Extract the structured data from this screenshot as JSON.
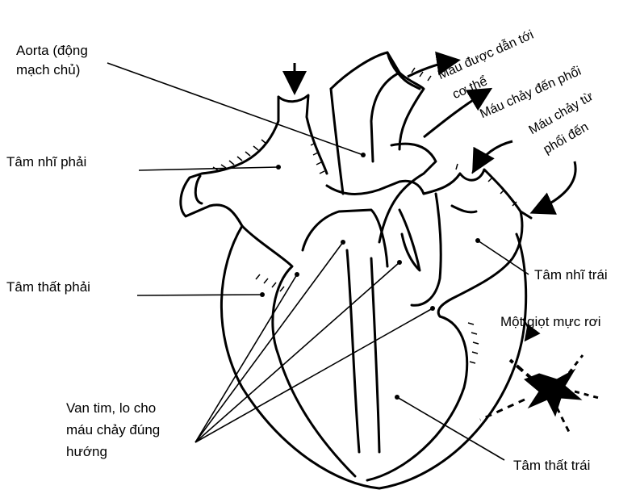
{
  "labels": {
    "aorta_line1": "Aorta (động",
    "aorta_line2": "mạch chủ)",
    "right_atrium": "Tâm nhĩ phải",
    "right_ventricle": "Tâm thất phải",
    "valves_line1": "Van tim, lo cho",
    "valves_line2": "máu chảy đúng",
    "valves_line3": "hướng",
    "left_atrium": "Tâm nhĩ trái",
    "left_ventricle": "Tâm thất trái",
    "ink_drop": "Một giọt mực rơi",
    "to_body_line1": "Máu được dẫn tới",
    "to_body_line2": "cơ thể",
    "to_lungs": "Máu chảy đến phổi",
    "from_lungs_line1": "Máu chảy từ",
    "from_lungs_line2": "phổi đến"
  }
}
